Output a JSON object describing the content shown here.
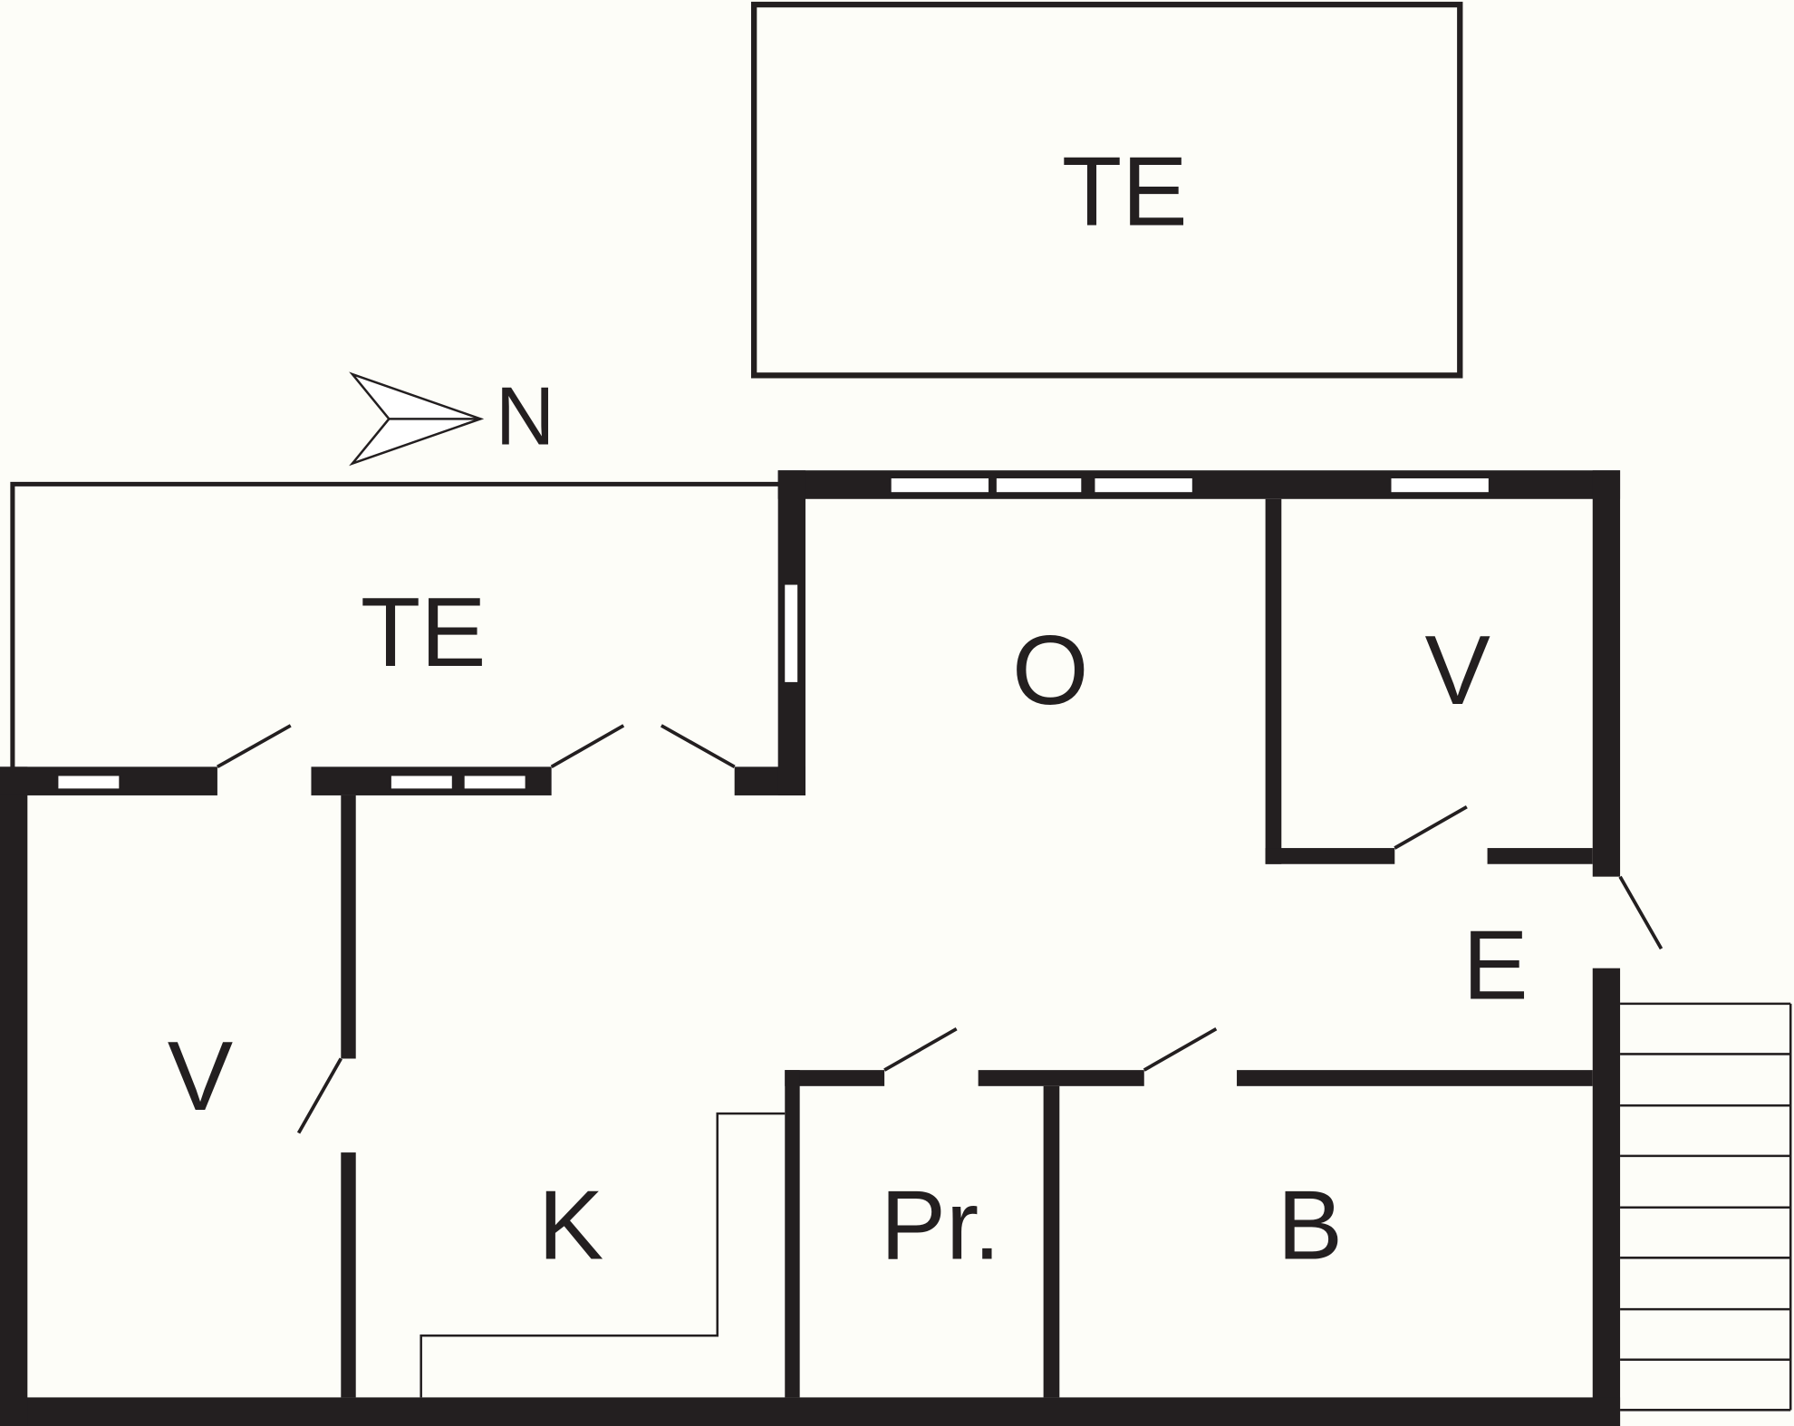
{
  "plan": {
    "colors": {
      "wall": "#231f20",
      "floor": "#fdfdf8"
    },
    "compass": {
      "label": "N"
    },
    "rooms": {
      "terrace_top": "TE",
      "terrace_left": "TE",
      "living": "O",
      "bedroom_right": "V",
      "entry": "E",
      "bedroom_left": "V",
      "kitchen": "K",
      "utility": "Pr.",
      "bathroom": "B"
    }
  }
}
